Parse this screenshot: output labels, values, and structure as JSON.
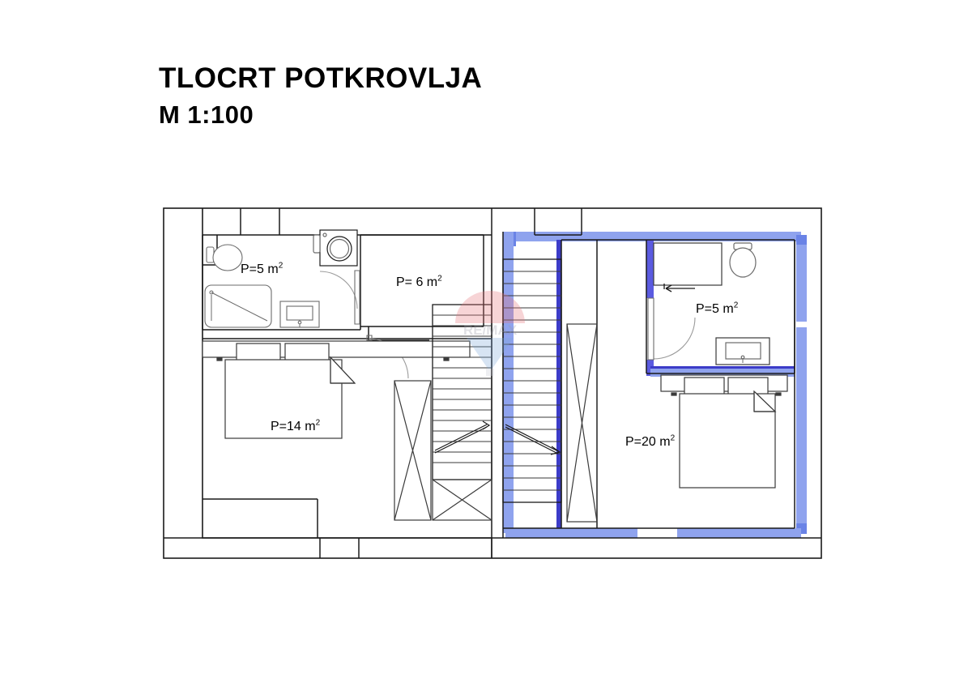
{
  "document": {
    "type": "architectural-floor-plan",
    "title": "TLOCRT POTKROVLJA",
    "scale": "M 1:100",
    "language": "hr"
  },
  "watermark": {
    "text": "RE/MAX",
    "colors": {
      "balloon_top": "#e8737a",
      "balloon_bottom": "#7da7d9",
      "text": "#9a9aa8"
    }
  },
  "colors": {
    "line": "#1a1a1a",
    "thin_line": "#555555",
    "fixture_line": "#707070",
    "insulation_light": "#8fa3ee",
    "insulation_dark": "#3c3cc8",
    "paper": "#ffffff"
  },
  "plan": {
    "name": "attic-floor-plan",
    "units": "m2",
    "rooms": [
      {
        "id": "bathroom-left",
        "label": "P=5 m",
        "exponent": "2",
        "area": 5,
        "fixtures": [
          "toilet",
          "bathtub",
          "washbasin",
          "washing-machine",
          "door-swing"
        ]
      },
      {
        "id": "room-center-left",
        "label": "P= 6 m",
        "exponent": "2",
        "area": 6,
        "fixtures": [
          "door-swing"
        ]
      },
      {
        "id": "bedroom-left",
        "label": "P=14 m",
        "exponent": "2",
        "area": 14,
        "fixtures": [
          "double-bed",
          "nightstand",
          "nightstand",
          "wardrobe"
        ]
      },
      {
        "id": "bathroom-right",
        "label": "P=5 m",
        "exponent": "2",
        "area": 5,
        "fixtures": [
          "toilet",
          "washbasin",
          "shower",
          "door-swing"
        ]
      },
      {
        "id": "bedroom-right",
        "label": "P=20 m",
        "exponent": "2",
        "area": 20,
        "fixtures": [
          "double-bed",
          "nightstand",
          "nightstand"
        ]
      }
    ],
    "circulation": {
      "staircase_left": {
        "id": "stair-left",
        "treads": 16,
        "direction": "up"
      },
      "staircase_right": {
        "id": "stair-right",
        "treads": 16,
        "direction": "up"
      }
    },
    "shafts": [
      {
        "id": "shaft-1"
      },
      {
        "id": "shaft-2"
      },
      {
        "id": "shaft-3"
      },
      {
        "id": "shaft-4"
      }
    ]
  }
}
